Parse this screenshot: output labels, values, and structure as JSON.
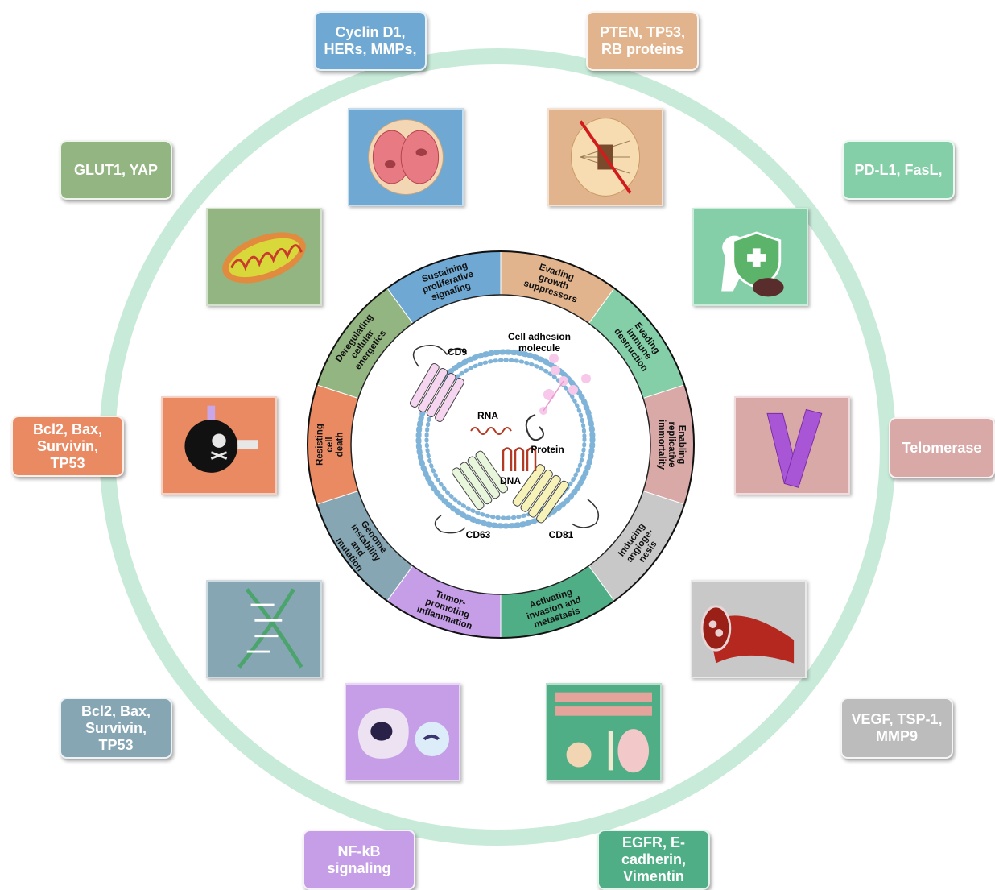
{
  "colors": {
    "outer_ring": "#c8ead9",
    "blue": "#6fa9d3",
    "tan": "#e2b48d",
    "green_mint": "#84cfa8",
    "pink": "#d9a9a7",
    "grey": "#bdbcbd",
    "teal_green": "#4fae86",
    "purple": "#c69ee8",
    "slate": "#86a6b4",
    "orange": "#e98a63",
    "olive_green": "#93b581"
  },
  "hallmarks": [
    {
      "label": "Sustaining\nproliferative\nsignaling",
      "color": "#6fa9d3"
    },
    {
      "label": "Evading\ngrowth\nsuppressors",
      "color": "#e2b48d"
    },
    {
      "label": "Evading\nimmune\ndestruction",
      "color": "#84cfa8"
    },
    {
      "label": "Enabling\nreplicative\nimmortality",
      "color": "#d9a9a7"
    },
    {
      "label": "Inducing\nangioge-\nnesis",
      "color": "#c9c8c9"
    },
    {
      "label": "Activating\ninvasion and\nmetastasis",
      "color": "#4fae86"
    },
    {
      "label": "Tumor-\npromoting\ninflammation",
      "color": "#c69ee8"
    },
    {
      "label": "Genome\ninstability\nand\nmutation",
      "color": "#86a6b4"
    },
    {
      "label": "Resisting\ncell\ndeath",
      "color": "#e98a63"
    },
    {
      "label": "Deregulating\ncellular\nenergetics",
      "color": "#93b581"
    }
  ],
  "exosome": {
    "cd9": "CD9",
    "adhesion": "Cell adhesion\nmolecule",
    "rna": "RNA",
    "protein": "Protein",
    "dna": "DNA",
    "cd63": "CD63",
    "cd81": "CD81"
  },
  "outer_labels": {
    "cyclin": "Cyclin D1,\nHERs, MMPs,",
    "pten": "PTEN, TP53,\nRB proteins",
    "pdl1": "PD-L1, FasL,",
    "telomerase": "Telomerase",
    "vegf": "VEGF, TSP-1,\nMMP9",
    "egfr": "EGFR, E-\ncadherin,\nVimentin",
    "nfkb": "NF-kB\nsignaling",
    "bcl2_lower": "Bcl2, Bax,\nSurvivin,\nTP53",
    "bcl2_upper": "Bcl2, Bax,\nSurvivin,\nTP53",
    "glut1": "GLUT1, YAP"
  },
  "tile_icons": [
    "dividing-cell-icon",
    "blocked-mitosis-icon",
    "immune-shield-icon",
    "chromosome-icon",
    "blood-vessel-icon",
    "metastasis-icon",
    "inflammatory-cells-icon",
    "dna-helix-icon",
    "dying-cell-icon",
    "mitochondrion-icon"
  ]
}
